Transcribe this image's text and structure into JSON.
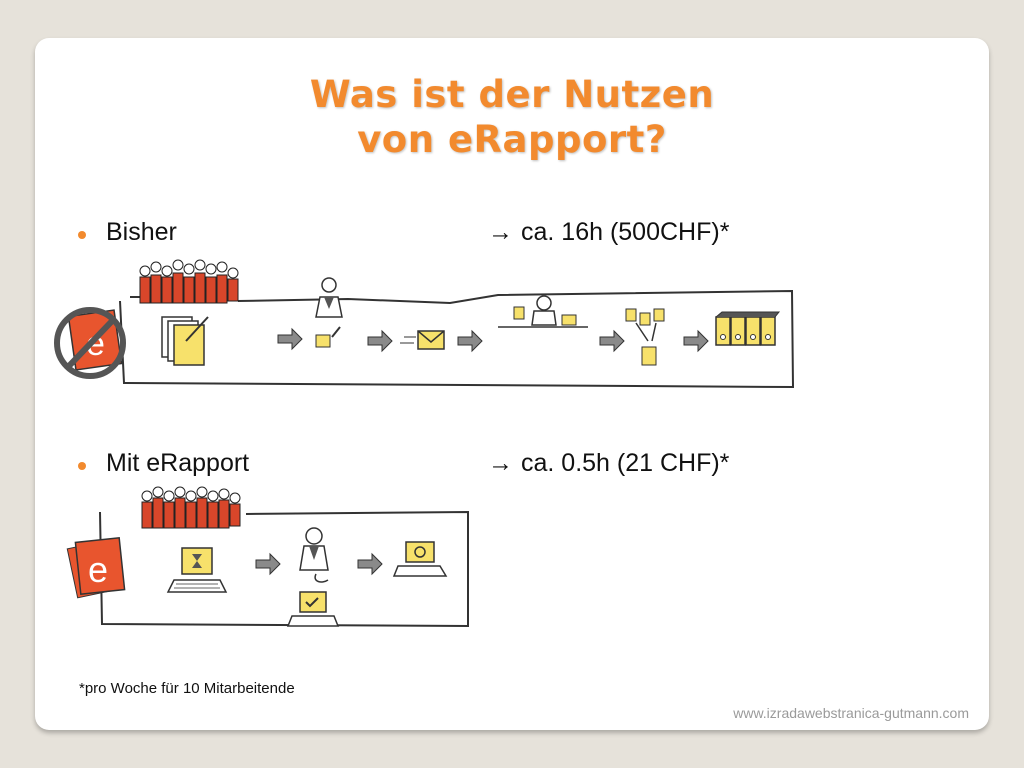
{
  "slide": {
    "title_line1": "Was ist der Nutzen",
    "title_line2": "von eRapport?",
    "bullets": [
      {
        "label": "Bisher",
        "arrow": "→",
        "value": "ca. 16h (500CHF)*"
      },
      {
        "label": "Mit eRapport",
        "arrow": "→",
        "value": "ca. 0.5h (21 CHF)*"
      }
    ],
    "logo_letter": "e",
    "footnote": "*pro Woche für 10 Mitarbeitende",
    "url": "www.izradawebstranica-gutmann.com"
  },
  "colors": {
    "accent": "#f28a2e",
    "crowd_red": "#d8462a",
    "paper_yellow": "#f7e16b",
    "arrow_gray": "#8a8a8a",
    "logo_red": "#e8552e"
  },
  "icons": [
    "crowd-icon",
    "paper-stack-icon",
    "person-signing-icon",
    "envelope-icon",
    "clerk-desk-icon",
    "sorting-documents-icon",
    "binders-icon",
    "crossed-erapport-logo-icon",
    "erapport-logo-icon",
    "laptop-icon",
    "person-icon",
    "arrow-right-icon"
  ]
}
